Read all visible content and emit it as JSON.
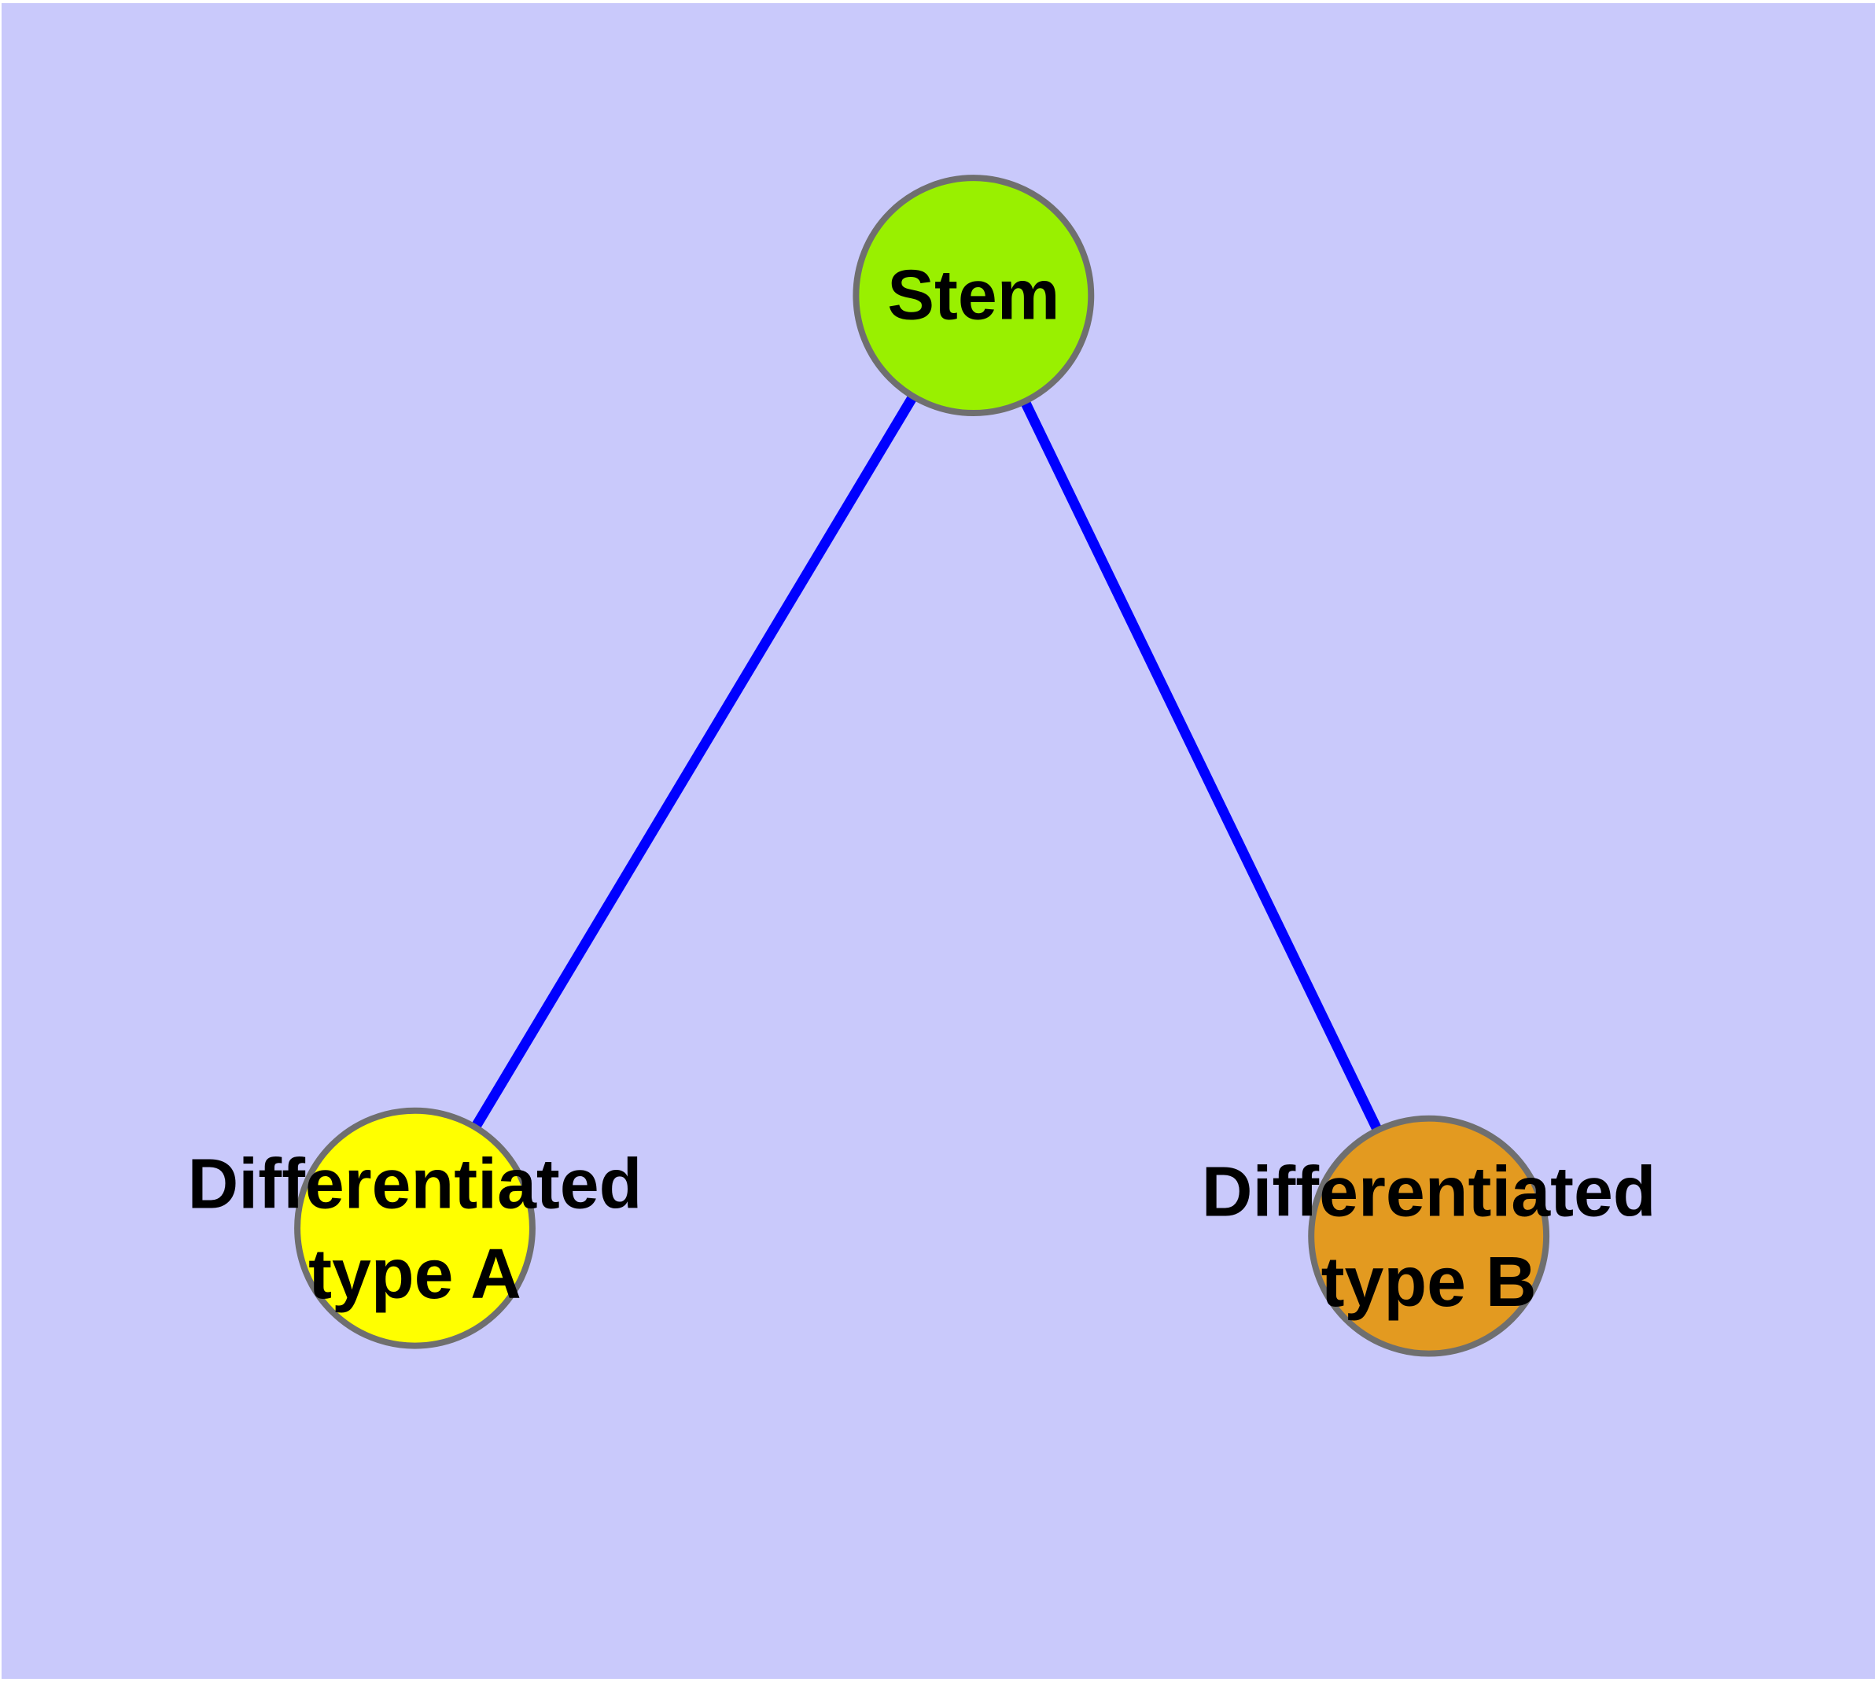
{
  "diagram": {
    "title": "",
    "background_color": "#C9C9FB",
    "frame_color": "#FFFFFF",
    "edge_color": "#0000FF",
    "node_border_color": "#6F6F6F",
    "label_color": "#000000",
    "nodes": [
      {
        "id": "stem",
        "label": "Stem",
        "label_lines": [
          "Stem"
        ],
        "fill": "#99F000"
      },
      {
        "id": "differentiated-type-a",
        "label": "Differentiated type A",
        "label_lines": [
          "Differentiated",
          "type A"
        ],
        "fill": "#FFFF00"
      },
      {
        "id": "differentiated-type-b",
        "label": "Differentiated type B",
        "label_lines": [
          "Differentiated",
          "type B"
        ],
        "fill": "#E39A20"
      }
    ],
    "edges": [
      {
        "from": "stem",
        "to": "differentiated-type-a"
      },
      {
        "from": "stem",
        "to": "differentiated-type-b"
      }
    ]
  }
}
